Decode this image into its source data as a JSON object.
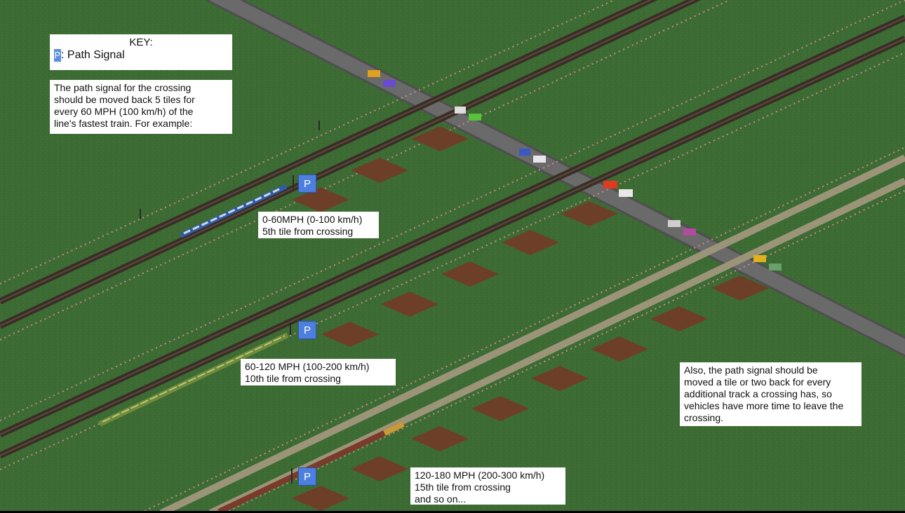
{
  "key": {
    "title": "KEY:",
    "badge": "P",
    "label": ": Path Signal"
  },
  "intro": {
    "lines": [
      "The path signal for the crossing",
      "should be moved back 5 tiles for",
      "every 60 MPH (100 km/h) of the",
      "line's fastest train. For example:"
    ]
  },
  "examples": [
    {
      "badge": "P",
      "line1": "0-60MPH (0-100 km/h)",
      "line2": "5th tile from crossing"
    },
    {
      "badge": "P",
      "line1": "60-120 MPH (100-200 km/h)",
      "line2": "10th tile from crossing"
    },
    {
      "badge": "P",
      "line1": "120-180 MPH (200-300 km/h)",
      "line2": "15th tile from crossing",
      "line3": "and so on..."
    }
  ],
  "side_note": {
    "lines": [
      "Also, the path signal should be",
      "moved a tile or two back for every",
      "additional track a crossing has, so",
      "vehicles have more time to leave the",
      "crossing."
    ]
  },
  "colors": {
    "grass": "#3d6b34",
    "rail": "#4a3a30",
    "road": "#5d5d5d",
    "fence": "#c98a8a",
    "badge": "#4d7fe0",
    "dirt": "#6e3f28"
  }
}
